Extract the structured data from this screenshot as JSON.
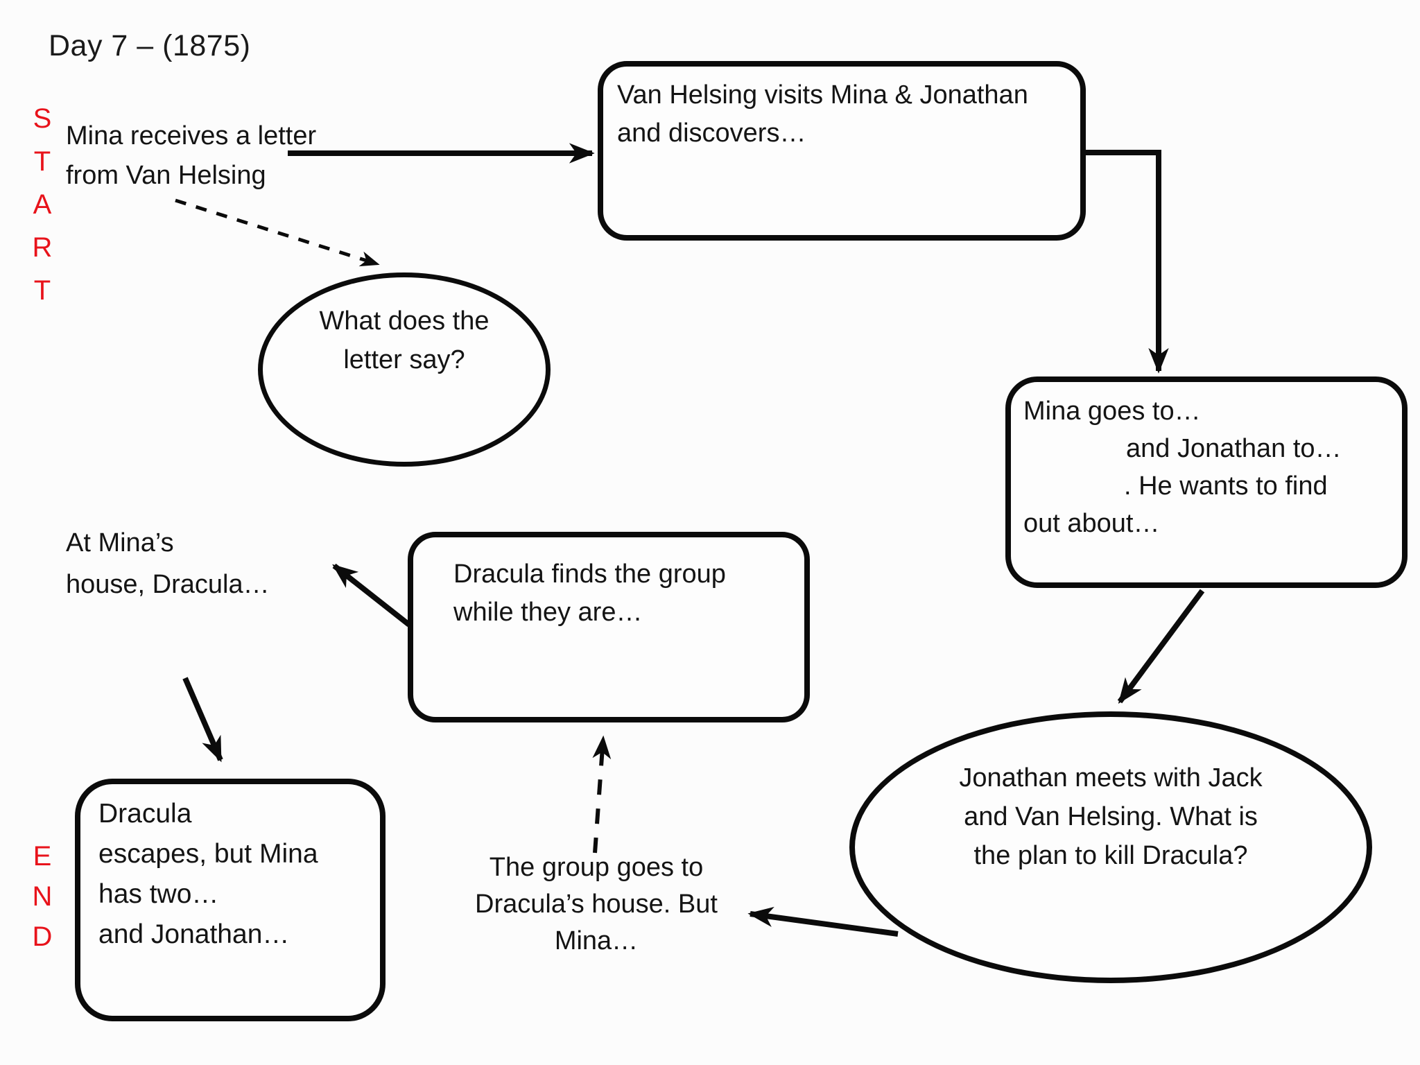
{
  "page": {
    "title": "Day 7 – (1875)",
    "background": "#FCFCFC",
    "ink_color": "#0B0B0B",
    "accent_red": "#E8131B"
  },
  "labels": {
    "start": [
      "S",
      "T",
      "A",
      "R",
      "T"
    ],
    "end": [
      "E",
      "N",
      "D"
    ]
  },
  "nodes": {
    "mina_letter": {
      "lines": [
        "Mina receives a letter",
        "from Van Helsing"
      ]
    },
    "van_helsing_visits": {
      "lines": [
        "Van Helsing visits Mina & Jonathan",
        "and discovers…"
      ]
    },
    "letter_question": {
      "lines": [
        "What does the",
        "letter say?"
      ]
    },
    "mina_goes": {
      "lines": [
        "Mina goes to…",
        "and Jonathan to…",
        ". He wants to find",
        "out about…"
      ]
    },
    "jonathan_meets": {
      "lines": [
        "Jonathan meets with Jack",
        "and Van Helsing. What is",
        "the plan to kill Dracula?"
      ]
    },
    "group_goes": {
      "lines": [
        "The group goes to",
        "Dracula’s house. But",
        "Mina…"
      ]
    },
    "dracula_finds": {
      "lines": [
        "Dracula finds the group",
        "while they are…"
      ]
    },
    "at_minas": {
      "lines": [
        "At Mina’s",
        "house, Dracula…"
      ]
    },
    "dracula_escapes": {
      "lines": [
        "Dracula",
        "escapes, but Mina",
        "has two…",
        "and Jonathan…"
      ]
    }
  }
}
